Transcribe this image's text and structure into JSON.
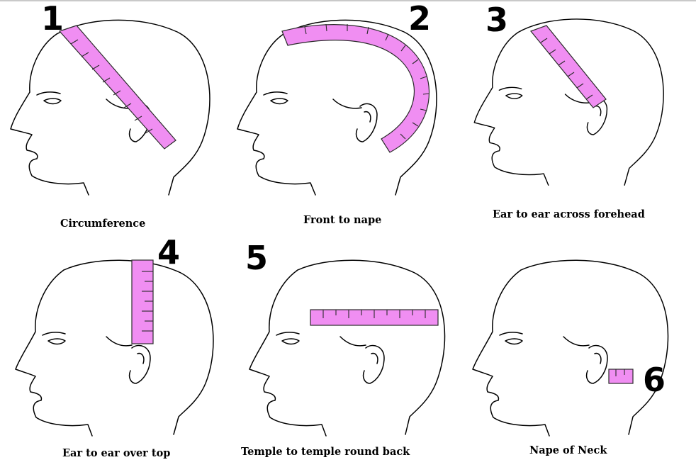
{
  "panels": [
    {
      "number": "1",
      "caption": "Circumference"
    },
    {
      "number": "2",
      "caption": "Front to nape"
    },
    {
      "number": "3",
      "caption": "Ear to ear across forehead"
    },
    {
      "number": "4",
      "caption": "Ear to ear over top"
    },
    {
      "number": "5",
      "caption": "Temple to temple round back"
    },
    {
      "number": "6",
      "caption": "Nape of Neck"
    }
  ],
  "colors": {
    "tape": "#f08ef2",
    "line": "#000000",
    "background": "#ffffff"
  }
}
